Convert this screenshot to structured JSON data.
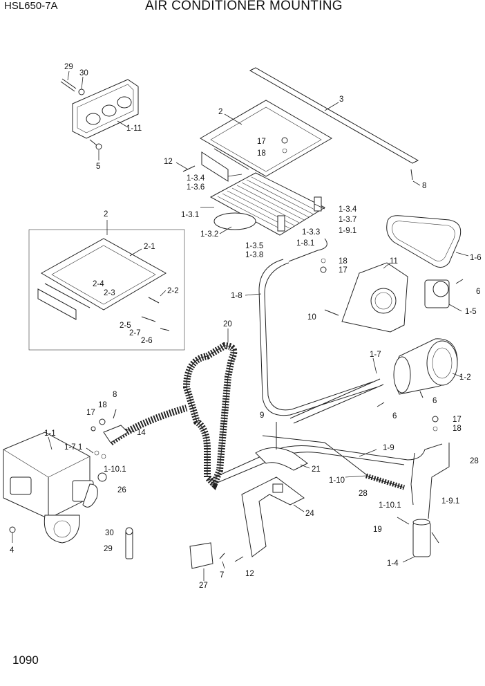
{
  "header": {
    "model": "HSL650-7A",
    "title": "AIR CONDITIONER MOUNTING"
  },
  "footer": {
    "page_number": "1090"
  },
  "callouts": [
    {
      "id": "29a",
      "text": "29"
    },
    {
      "id": "30a",
      "text": "30"
    },
    {
      "id": "1-11",
      "text": "1-11"
    },
    {
      "id": "5",
      "text": "5"
    },
    {
      "id": "3",
      "text": "3"
    },
    {
      "id": "2a",
      "text": "2"
    },
    {
      "id": "17a",
      "text": "17"
    },
    {
      "id": "18a",
      "text": "18"
    },
    {
      "id": "12a",
      "text": "12"
    },
    {
      "id": "1-3.4a",
      "text": "1-3.4"
    },
    {
      "id": "1-3.6",
      "text": "1-3.6"
    },
    {
      "id": "8a",
      "text": "8"
    },
    {
      "id": "1-3.1",
      "text": "1-3.1"
    },
    {
      "id": "1-3.4b",
      "text": "1-3.4"
    },
    {
      "id": "1-3.7",
      "text": "1-3.7"
    },
    {
      "id": "1-3.3",
      "text": "1-3.3"
    },
    {
      "id": "1-9.1a",
      "text": "1-9.1"
    },
    {
      "id": "1-3.2",
      "text": "1-3.2"
    },
    {
      "id": "1-8.1",
      "text": "1-8.1"
    },
    {
      "id": "1-3.5",
      "text": "1-3.5"
    },
    {
      "id": "1-3.8",
      "text": "1-3.8"
    },
    {
      "id": "18b",
      "text": "18"
    },
    {
      "id": "17b",
      "text": "17"
    },
    {
      "id": "1-6",
      "text": "1-6"
    },
    {
      "id": "2b",
      "text": "2"
    },
    {
      "id": "2-1",
      "text": "2-1"
    },
    {
      "id": "2-4",
      "text": "2-4"
    },
    {
      "id": "2-3",
      "text": "2-3"
    },
    {
      "id": "2-2",
      "text": "2-2"
    },
    {
      "id": "2-5",
      "text": "2-5"
    },
    {
      "id": "2-7",
      "text": "2-7"
    },
    {
      "id": "2-6",
      "text": "2-6"
    },
    {
      "id": "1-8",
      "text": "1-8"
    },
    {
      "id": "11",
      "text": "11"
    },
    {
      "id": "6a",
      "text": "6"
    },
    {
      "id": "1-5",
      "text": "1-5"
    },
    {
      "id": "10",
      "text": "10"
    },
    {
      "id": "20",
      "text": "20"
    },
    {
      "id": "1-7",
      "text": "1-7"
    },
    {
      "id": "1-2",
      "text": "1-2"
    },
    {
      "id": "6b",
      "text": "6"
    },
    {
      "id": "6c",
      "text": "6"
    },
    {
      "id": "8b",
      "text": "8"
    },
    {
      "id": "18c",
      "text": "18"
    },
    {
      "id": "17c",
      "text": "17"
    },
    {
      "id": "14",
      "text": "14"
    },
    {
      "id": "9",
      "text": "9"
    },
    {
      "id": "17d",
      "text": "17"
    },
    {
      "id": "18d",
      "text": "18"
    },
    {
      "id": "1-1",
      "text": "1-1"
    },
    {
      "id": "1-7.1",
      "text": "1-7.1"
    },
    {
      "id": "1-9",
      "text": "1-9"
    },
    {
      "id": "28a",
      "text": "28"
    },
    {
      "id": "1-10.1a",
      "text": "1-10.1"
    },
    {
      "id": "21",
      "text": "21"
    },
    {
      "id": "26",
      "text": "26"
    },
    {
      "id": "1-10",
      "text": "1-10"
    },
    {
      "id": "28b",
      "text": "28"
    },
    {
      "id": "24",
      "text": "24"
    },
    {
      "id": "1-10.1b",
      "text": "1-10.1"
    },
    {
      "id": "1-9.1b",
      "text": "1-9.1"
    },
    {
      "id": "4",
      "text": "4"
    },
    {
      "id": "30b",
      "text": "30"
    },
    {
      "id": "19",
      "text": "19"
    },
    {
      "id": "29b",
      "text": "29"
    },
    {
      "id": "7",
      "text": "7"
    },
    {
      "id": "12b",
      "text": "12"
    },
    {
      "id": "1-4",
      "text": "1-4"
    },
    {
      "id": "27",
      "text": "27"
    }
  ]
}
